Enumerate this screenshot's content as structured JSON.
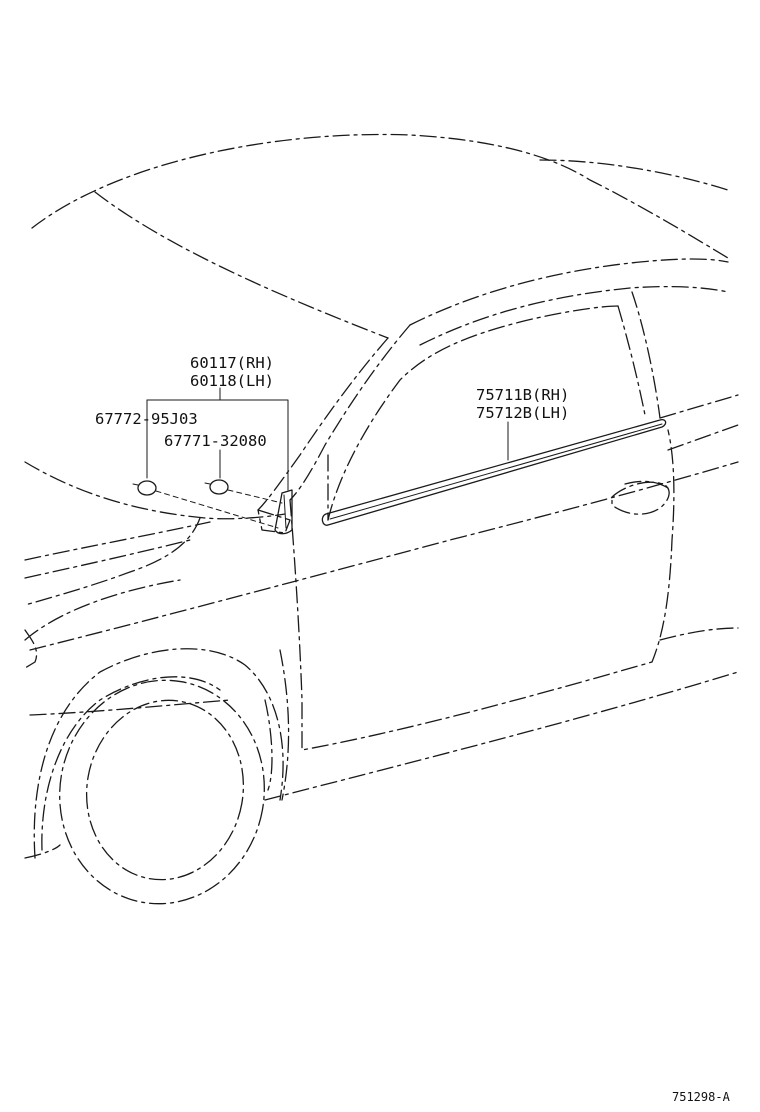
{
  "labels": {
    "part_60117": "60117(RH)",
    "part_60118": "60118(LH)",
    "part_67772": "67772-95J03",
    "part_67771": "67771-32080",
    "part_75711b": "75711B(RH)",
    "part_75712b": "75712B(LH)"
  },
  "figure_code": "751298-A",
  "colors": {
    "line": "#1a1a1a",
    "background": "#ffffff"
  }
}
